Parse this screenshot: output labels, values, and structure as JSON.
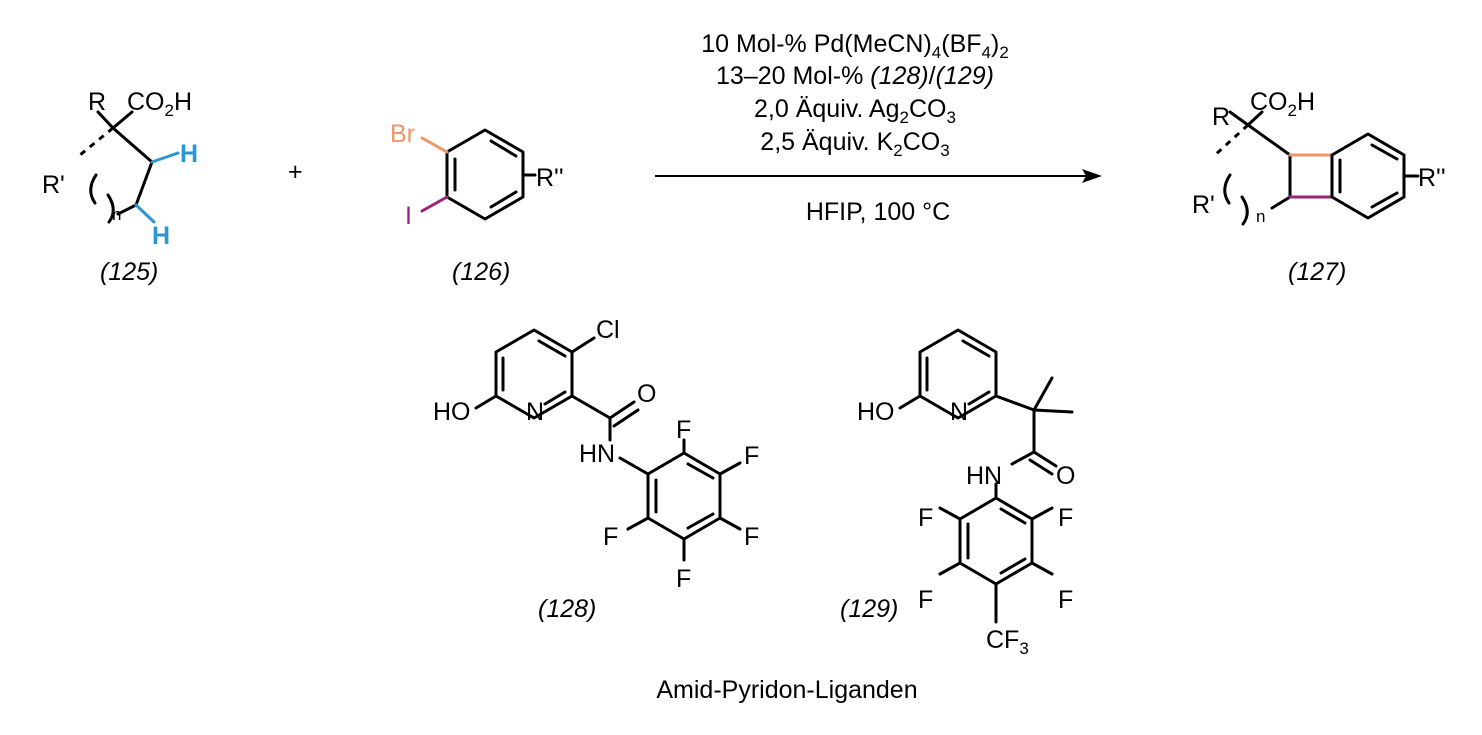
{
  "colors": {
    "blue_h": "#2b96d2",
    "bromine": "#f0956a",
    "iodine": "#9b2378",
    "ink": "#000000"
  },
  "reactant_125": {
    "r": "R",
    "co2h": "CO",
    "co2h_sub": "2",
    "co2h_tail": "H",
    "r_prime": "R'",
    "n": "n",
    "h1": "H",
    "h2": "H",
    "label": "(125)"
  },
  "plus": "+",
  "reactant_126": {
    "br": "Br",
    "i": "I",
    "r2": "R''",
    "label": "(126)"
  },
  "conditions": {
    "line1_a": "10 Mol-% Pd(MeCN)",
    "line1_s1": "4",
    "line1_b": "(BF",
    "line1_s2": "4",
    "line1_c": ")",
    "line1_s3": "2",
    "line2_a": "13–20 Mol-% ",
    "line2_b": "(128)",
    "line2_c": "/",
    "line2_d": "(129)",
    "line3_a": "2,0 Äquiv. Ag",
    "line3_s1": "2",
    "line3_b": "CO",
    "line3_s2": "3",
    "line4_a": "2,5 Äquiv. K",
    "line4_s1": "2",
    "line4_b": "CO",
    "line4_s2": "3",
    "line5": "HFIP, 100 °C"
  },
  "product_127": {
    "r": "R",
    "co2h": "CO",
    "co2h_sub": "2",
    "co2h_tail": "H",
    "r_prime": "R'",
    "n": "n",
    "r2": "R''",
    "label": "(127)"
  },
  "ligand_128": {
    "cl": "Cl",
    "ho": "HO",
    "n": "N",
    "o": "O",
    "hn": "HN",
    "f1": "F",
    "f2": "F",
    "f3": "F",
    "f4": "F",
    "f5": "F",
    "label": "(128)"
  },
  "ligand_129": {
    "ho": "HO",
    "n": "N",
    "hn": "HN",
    "o": "O",
    "f1": "F",
    "f2": "F",
    "f3": "F",
    "f4": "F",
    "cf3": "CF",
    "cf3_sub": "3",
    "label": "(129)"
  },
  "footer": "Amid-Pyridon-Liganden"
}
